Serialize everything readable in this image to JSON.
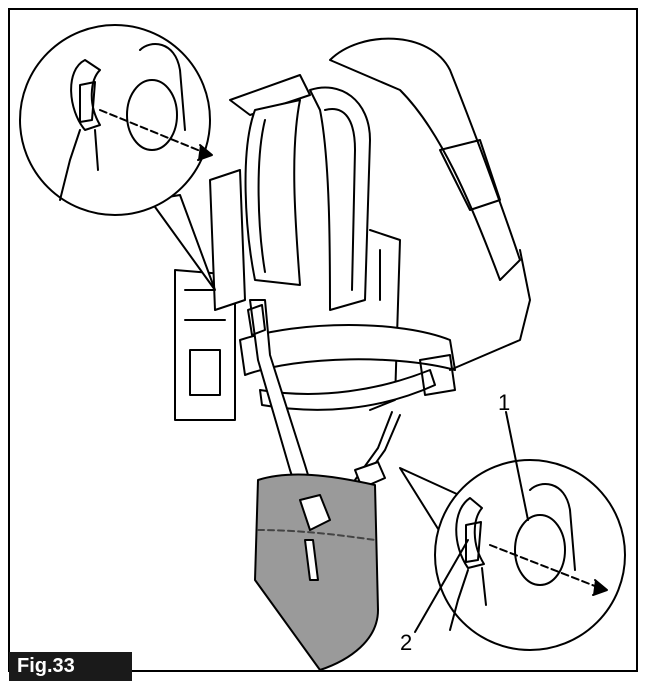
{
  "figure": {
    "label": "Fig.33"
  },
  "callouts": [
    {
      "number": "1"
    },
    {
      "number": "2"
    }
  ],
  "colors": {
    "line": "#000000",
    "pad_fill": "#9a9a9a",
    "background": "#ffffff"
  }
}
